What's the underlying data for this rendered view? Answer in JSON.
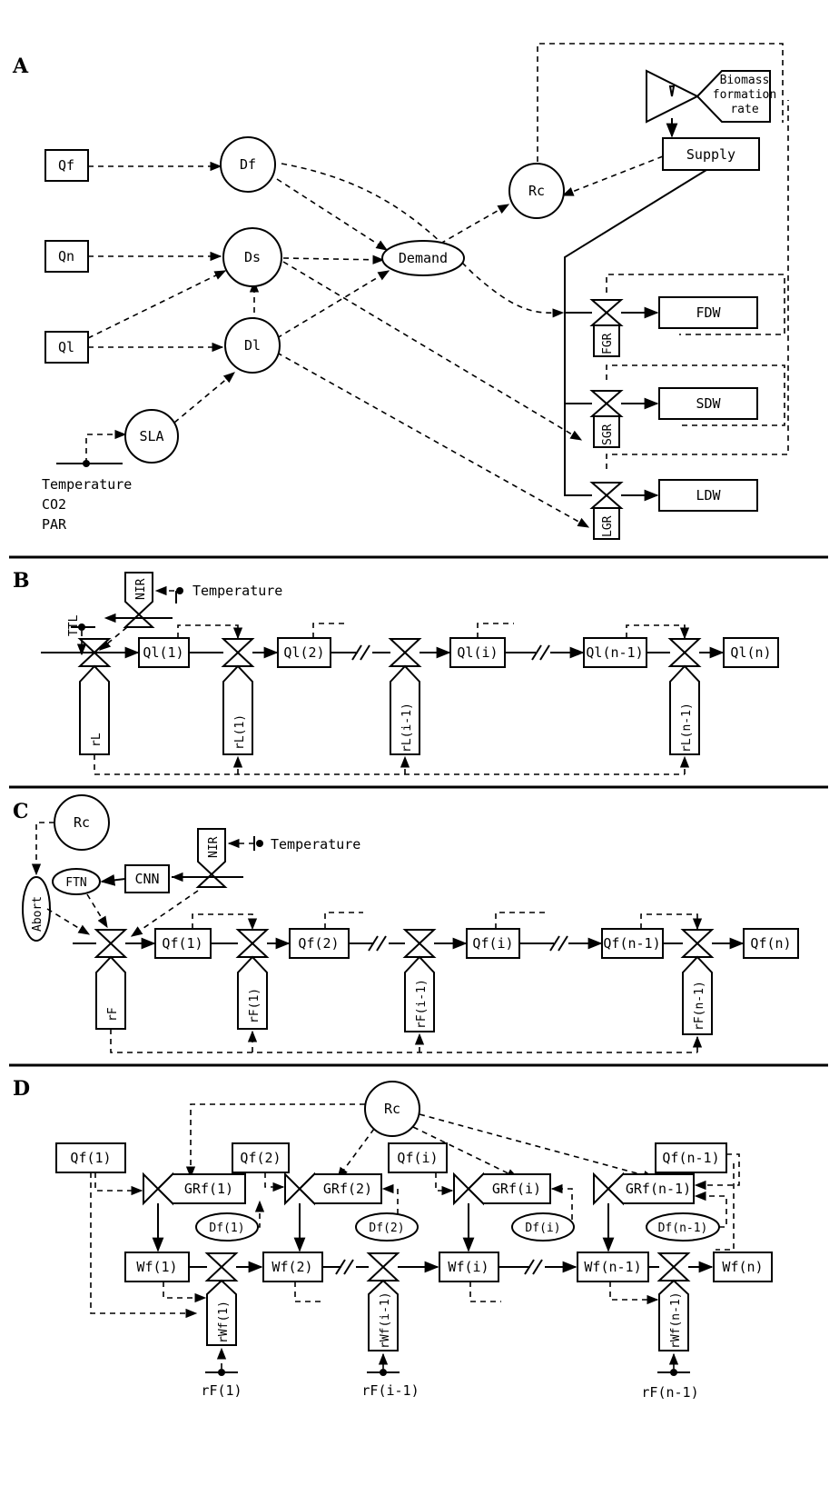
{
  "panels": {
    "a": "A",
    "b": "B",
    "c": "C",
    "d": "D"
  },
  "a": {
    "qf": "Qf",
    "qn": "Qn",
    "ql": "Ql",
    "df": "Df",
    "ds": "Ds",
    "dl": "Dl",
    "sla": "SLA",
    "demand": "Demand",
    "rc": "Rc",
    "biomass1": "Biomass",
    "biomass2": "formation",
    "biomass3": "rate",
    "supply": "Supply",
    "fdw": "FDW",
    "sdw": "SDW",
    "ldw": "LDW",
    "fgr": "FGR",
    "sgr": "SGR",
    "lgr": "LGR",
    "temperature": "Temperature",
    "co2": "CO2",
    "par": "PAR"
  },
  "b": {
    "nir": "NIR",
    "temperature": "Temperature",
    "ttl": "TTL",
    "q1": "Ql(1)",
    "q2": "Ql(2)",
    "qi": "Ql(i)",
    "qn1": "Ql(n-1)",
    "qn": "Ql(n)",
    "rl": "rL",
    "rl1": "rL(1)",
    "rli": "rL(i-1)",
    "rln": "rL(n-1)"
  },
  "c": {
    "rc": "Rc",
    "nir": "NIR",
    "temperature": "Temperature",
    "cnn": "CNN",
    "ftn": "FTN",
    "abort": "Abort",
    "q1": "Qf(1)",
    "q2": "Qf(2)",
    "qi": "Qf(i)",
    "qn1": "Qf(n-1)",
    "qn": "Qf(n)",
    "rf": "rF",
    "rf1": "rF(1)",
    "rfi": "rF(i-1)",
    "rfn": "rF(n-1)"
  },
  "d": {
    "rc": "Rc",
    "q1": "Qf(1)",
    "q2": "Qf(2)",
    "qi": "Qf(i)",
    "qn1": "Qf(n-1)",
    "gr1": "GRf(1)",
    "gr2": "GRf(2)",
    "gri": "GRf(i)",
    "grn": "GRf(n-1)",
    "df1": "Df(1)",
    "df2": "Df(2)",
    "dfi": "Df(i)",
    "dfn": "Df(n-1)",
    "w1": "Wf(1)",
    "w2": "Wf(2)",
    "wi": "Wf(i)",
    "wn1": "Wf(n-1)",
    "wn": "Wf(n)",
    "rw1": "rWf(1)",
    "rwi": "rWf(i-1)",
    "rwn": "rWf(n-1)",
    "rf1": "rF(1)",
    "rfi": "rF(i-1)",
    "rfn": "rF(n-1)"
  }
}
